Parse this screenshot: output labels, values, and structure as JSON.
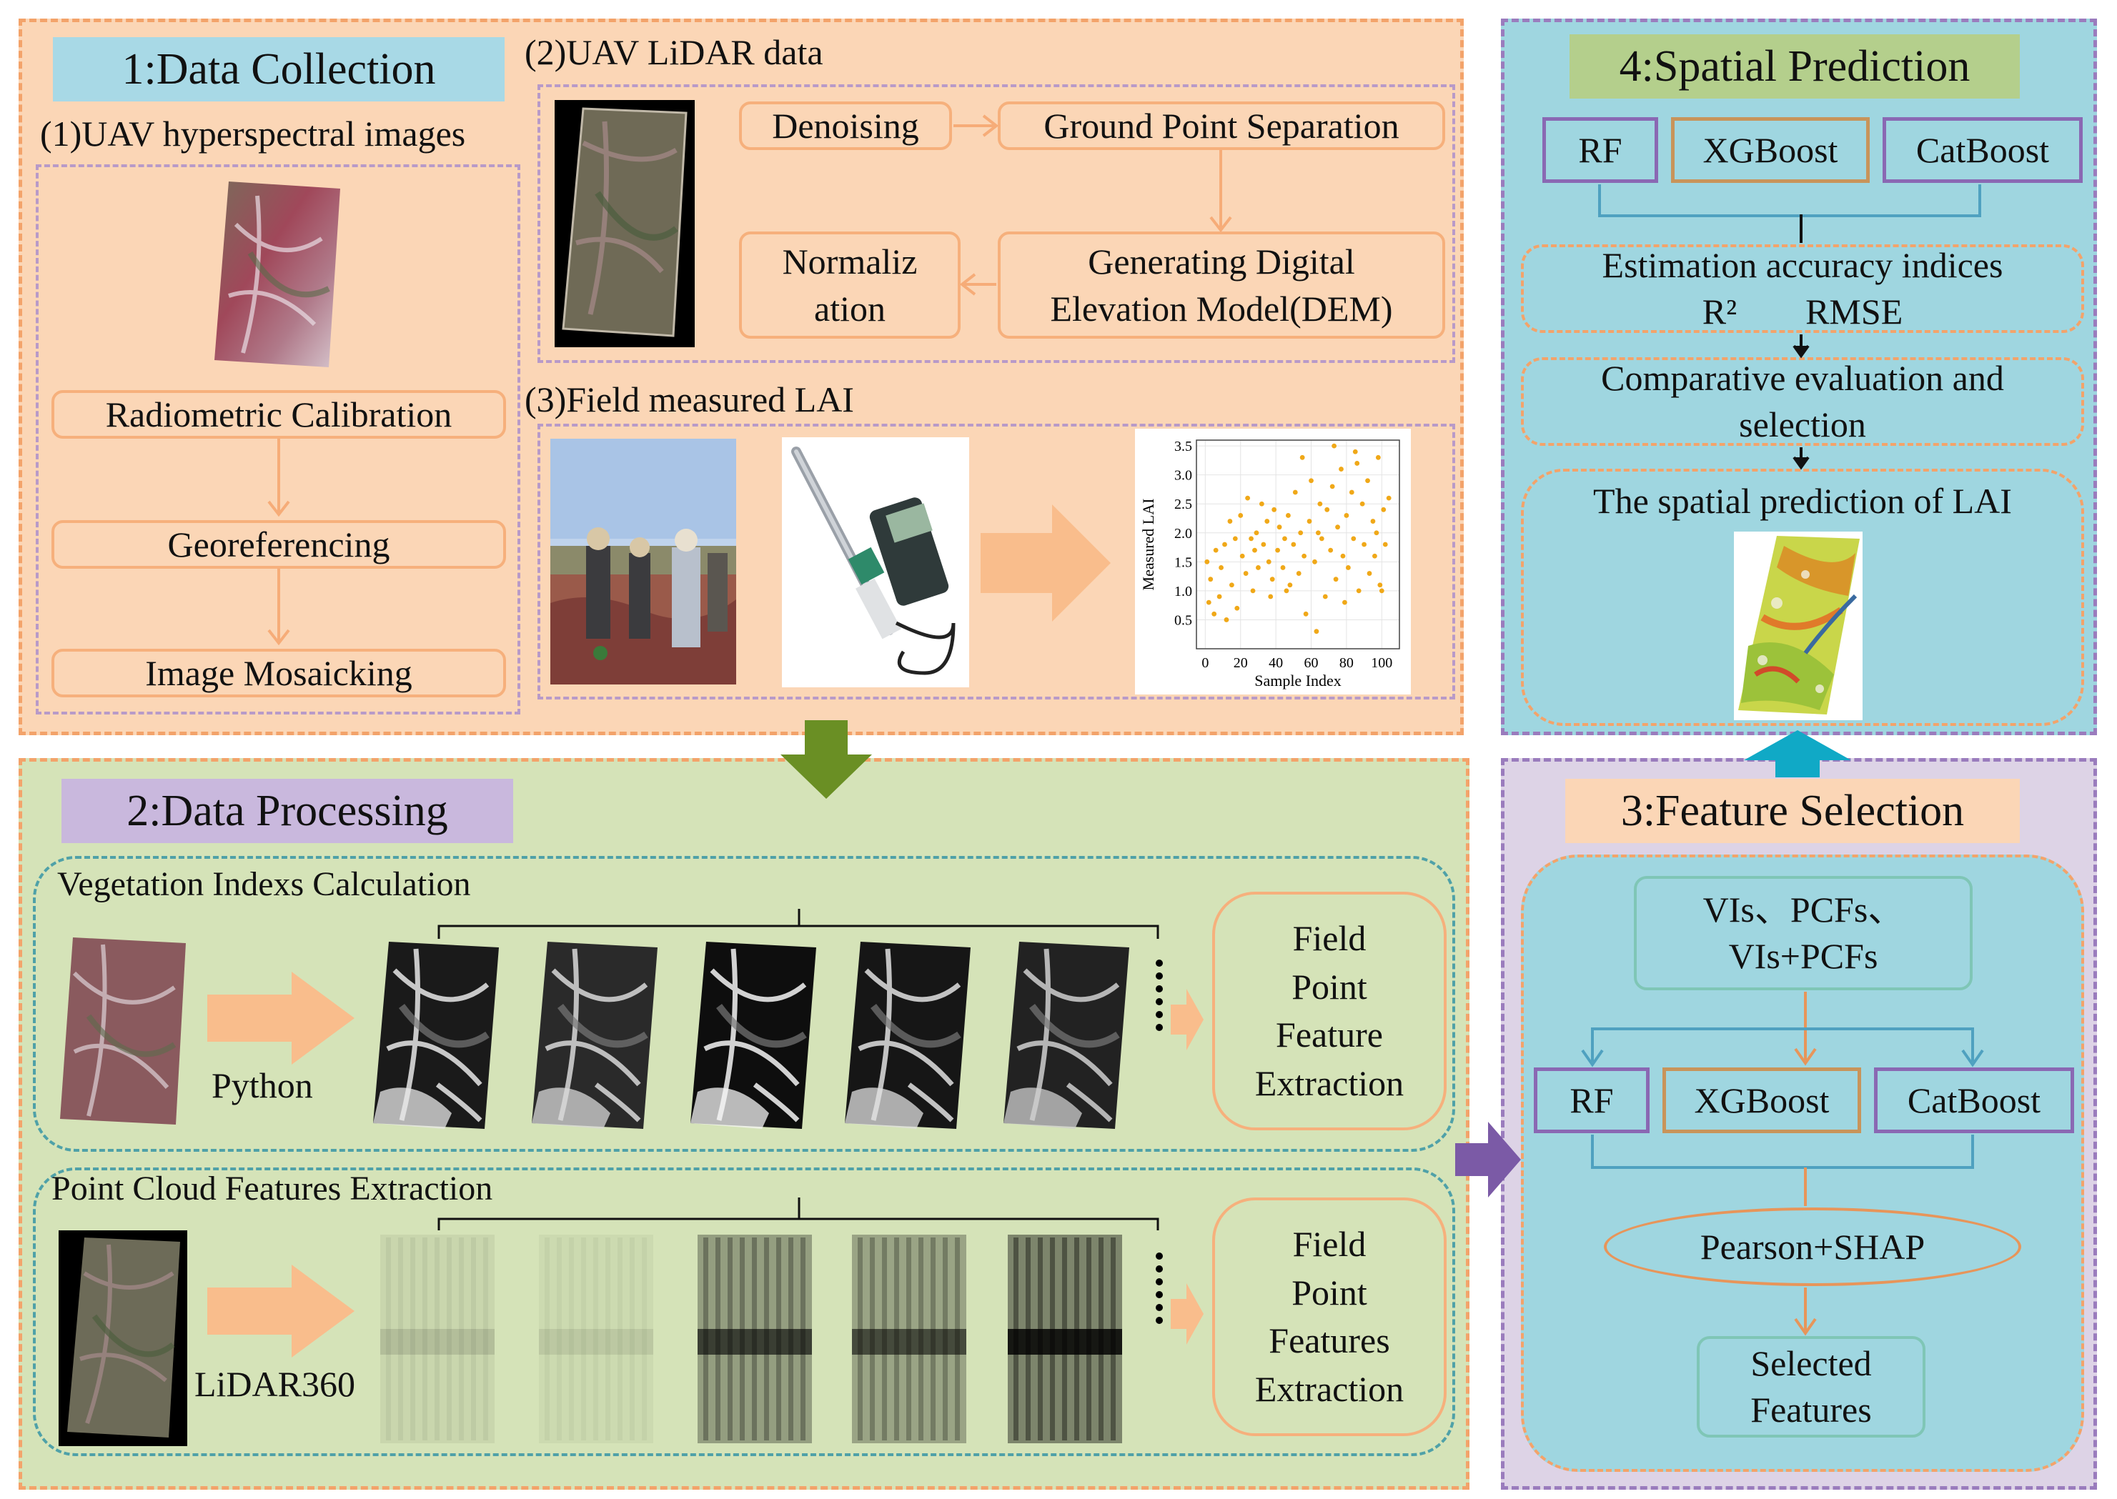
{
  "colors": {
    "orange_panel": "#fbd6b6",
    "green_panel": "#d5e3b8",
    "blue_panel": "#9fd6e0",
    "purple_panel": "#ddd3e6",
    "arrow_orange": "#f9bd8c",
    "arrow_green": "#6a8f24",
    "arrow_purple": "#7b5aa6",
    "arrow_cyan": "#10a9c6",
    "box_purple": "#8a68b3",
    "box_tan": "#c8945a"
  },
  "s1": {
    "title": "1:Data Collection",
    "hyper_title": "(1)UAV hyperspectral images",
    "steps": [
      "Radiometric Calibration",
      "Georeferencing",
      "Image Mosaicking"
    ],
    "lidar_title": "(2)UAV LiDAR data",
    "lidar": {
      "denoise": "Denoising",
      "ground": "Ground Point Separation",
      "dem_l1": "Generating Digital",
      "dem_l2": "Elevation Model(DEM)",
      "norm_l1": "Normaliz",
      "norm_l2": "ation"
    },
    "field_title": "(3)Field measured LAI",
    "chart": {
      "ylabel": "Measured LAI",
      "xlabel": "Sample Index",
      "xticks": [
        "0",
        "20",
        "40",
        "60",
        "80",
        "100"
      ],
      "yticks": [
        "0.5",
        "1.0",
        "1.5",
        "2.0",
        "2.5",
        "3.0",
        "3.5"
      ]
    }
  },
  "chart_data": {
    "type": "scatter",
    "xlabel": "Sample Index",
    "ylabel": "Measured LAI",
    "xlim": [
      -5,
      110
    ],
    "ylim": [
      0,
      3.6
    ],
    "grid": true,
    "points": [
      [
        1,
        1.5
      ],
      [
        2,
        0.8
      ],
      [
        3,
        1.2
      ],
      [
        5,
        0.6
      ],
      [
        6,
        1.7
      ],
      [
        8,
        0.9
      ],
      [
        9,
        1.4
      ],
      [
        11,
        1.8
      ],
      [
        12,
        0.5
      ],
      [
        14,
        2.2
      ],
      [
        15,
        1.1
      ],
      [
        17,
        1.9
      ],
      [
        18,
        0.7
      ],
      [
        20,
        2.3
      ],
      [
        21,
        1.6
      ],
      [
        23,
        1.3
      ],
      [
        24,
        2.6
      ],
      [
        26,
        1.9
      ],
      [
        27,
        1.0
      ],
      [
        29,
        2.0
      ],
      [
        30,
        1.4
      ],
      [
        32,
        2.5
      ],
      [
        33,
        1.8
      ],
      [
        35,
        2.2
      ],
      [
        36,
        1.5
      ],
      [
        38,
        1.2
      ],
      [
        39,
        2.4
      ],
      [
        41,
        1.7
      ],
      [
        42,
        2.1
      ],
      [
        44,
        1.4
      ],
      [
        45,
        1.9
      ],
      [
        47,
        2.3
      ],
      [
        48,
        1.1
      ],
      [
        50,
        1.8
      ],
      [
        51,
        2.7
      ],
      [
        53,
        1.3
      ],
      [
        54,
        2.0
      ],
      [
        56,
        1.6
      ],
      [
        57,
        0.6
      ],
      [
        59,
        2.2
      ],
      [
        60,
        2.9
      ],
      [
        62,
        1.5
      ],
      [
        63,
        0.3
      ],
      [
        65,
        2.5
      ],
      [
        66,
        1.9
      ],
      [
        68,
        0.9
      ],
      [
        69,
        2.4
      ],
      [
        71,
        1.7
      ],
      [
        72,
        2.8
      ],
      [
        74,
        1.2
      ],
      [
        75,
        2.1
      ],
      [
        77,
        3.1
      ],
      [
        78,
        1.6
      ],
      [
        80,
        2.3
      ],
      [
        81,
        1.4
      ],
      [
        83,
        2.7
      ],
      [
        84,
        1.9
      ],
      [
        86,
        3.2
      ],
      [
        87,
        1.0
      ],
      [
        89,
        2.5
      ],
      [
        90,
        1.8
      ],
      [
        92,
        2.9
      ],
      [
        93,
        1.3
      ],
      [
        95,
        2.2
      ],
      [
        96,
        1.6
      ],
      [
        98,
        3.3
      ],
      [
        99,
        1.1
      ],
      [
        101,
        2.4
      ],
      [
        102,
        1.8
      ],
      [
        104,
        2.6
      ],
      [
        55,
        3.3
      ],
      [
        73,
        3.5
      ],
      [
        85,
        3.4
      ],
      [
        97,
        2.0
      ],
      [
        46,
        1.0
      ],
      [
        37,
        0.9
      ],
      [
        64,
        2.0
      ],
      [
        79,
        0.8
      ],
      [
        100,
        1.0
      ],
      [
        28,
        1.7
      ]
    ]
  },
  "s2": {
    "title": "2:Data Processing",
    "veg_title": "Vegetation Indexs Calculation",
    "veg_tool": "Python",
    "veg_result": [
      "Field",
      "Point",
      "Feature",
      "Extraction"
    ],
    "pc_title": "Point Cloud Features Extraction",
    "pc_tool": "LiDAR360",
    "pc_result": [
      "Field",
      "Point",
      "Features",
      "Extraction"
    ]
  },
  "s3": {
    "title": "3:Feature Selection",
    "input_l1": "VIs、PCFs、",
    "input_l2": "VIs+PCFs",
    "models": [
      "RF",
      "XGBoost",
      "CatBoost"
    ],
    "pearson": "Pearson+SHAP",
    "selected_l1": "Selected",
    "selected_l2": "Features"
  },
  "s4": {
    "title": "4:Spatial Prediction",
    "models": [
      "RF",
      "XGBoost",
      "CatBoost"
    ],
    "acc_l1": "Estimation accuracy indices",
    "acc_r2": "R²",
    "acc_rmse": "RMSE",
    "comp_l1": "Comparative evaluation and",
    "comp_l2": "selection",
    "pred": "The spatial prediction of LAI"
  }
}
